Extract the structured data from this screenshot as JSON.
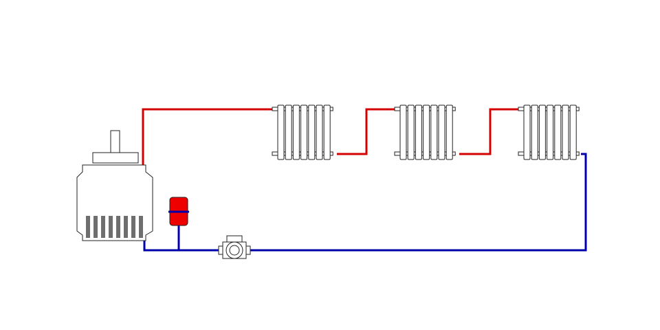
{
  "colors": {
    "supply_pipe": "#d40000",
    "return_pipe": "#0000aa",
    "outline": "#222222",
    "boiler_vents": "#6e6e6e",
    "expansion_tank": "#ee0000",
    "background": "#ffffff"
  },
  "components": {
    "boiler": {
      "icon": "boiler-icon",
      "vent_count": 8
    },
    "expansion_tank": {
      "icon": "expansion-tank-icon"
    },
    "pump": {
      "icon": "circulation-pump-icon"
    },
    "radiators": [
      {
        "icon": "radiator-icon",
        "sections": 7
      },
      {
        "icon": "radiator-icon",
        "sections": 7
      },
      {
        "icon": "radiator-icon",
        "sections": 7
      }
    ]
  }
}
